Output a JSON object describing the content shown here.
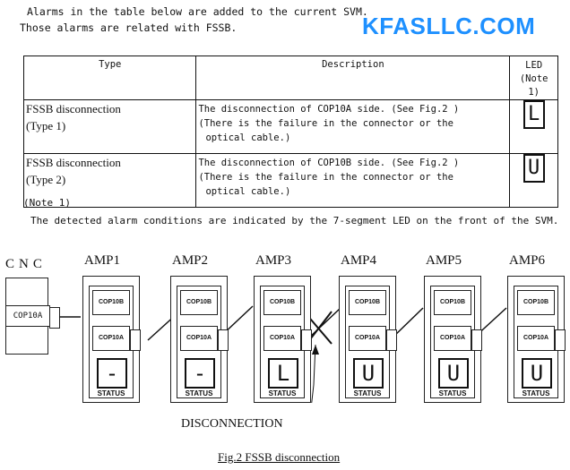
{
  "watermark": "KFASLLC.COM",
  "intro": {
    "line1": "Alarms in the table below are added to the current SVM.",
    "line2": "Those alarms are related with FSSB."
  },
  "table": {
    "headers": {
      "type": "Type",
      "description": "Description",
      "led_line1": "LED",
      "led_line2": "(Note 1)"
    },
    "rows": [
      {
        "type_line1": "FSSB disconnection",
        "type_line2": "(Type 1)",
        "desc_line1": "The disconnection of COP10A side. (See Fig.2 )",
        "desc_line2": "(There is the failure in the connector or the",
        "desc_line3": "optical cable.)",
        "led": "L"
      },
      {
        "type_line1": "FSSB disconnection",
        "type_line2": "(Type 2)",
        "desc_line1": "The disconnection of COP10B side. (See Fig.2 )",
        "desc_line2": "(There is the failure in the connector or the",
        "desc_line3": "optical cable.)",
        "led": "U"
      }
    ]
  },
  "note": {
    "label": "(Note 1)",
    "text": "The detected alarm conditions are indicated by the 7-segment LED on the front of the SVM."
  },
  "figure": {
    "cnc_label": "CNC",
    "cnc_port": "COP10A",
    "port_b": "COP10B",
    "port_a": "COP10A",
    "status": "STATUS",
    "amps": [
      {
        "name": "AMP1",
        "led": "-"
      },
      {
        "name": "AMP2",
        "led": "-"
      },
      {
        "name": "AMP3",
        "led": "L"
      },
      {
        "name": "AMP4",
        "led": "U"
      },
      {
        "name": "AMP5",
        "led": "U"
      },
      {
        "name": "AMP6",
        "led": "U"
      }
    ],
    "disconnection_label": "DISCONNECTION",
    "caption": "Fig.2 FSSB disconnection"
  }
}
